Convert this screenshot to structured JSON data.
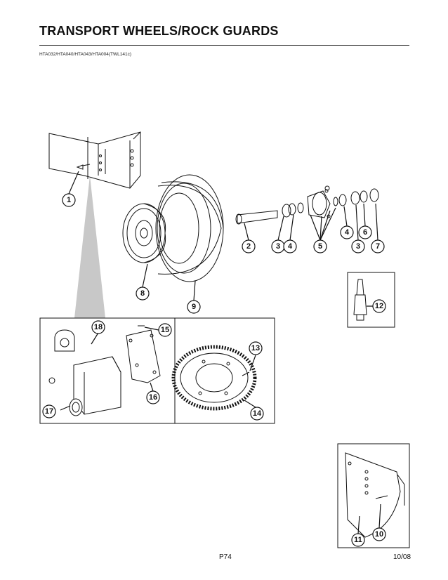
{
  "header": {
    "title": "TRANSPORT WHEELS/ROCK GUARDS",
    "subtitle": "HTA032/HTA040/HTA043/HTA004(TWL141c)"
  },
  "callouts": [
    "1",
    "2",
    "3",
    "4",
    "5",
    "6",
    "3",
    "7",
    "8",
    "9",
    "12",
    "18",
    "15",
    "16",
    "17",
    "13",
    "14",
    "11",
    "10"
  ],
  "footer": {
    "page": "P74",
    "date": "10/08"
  }
}
